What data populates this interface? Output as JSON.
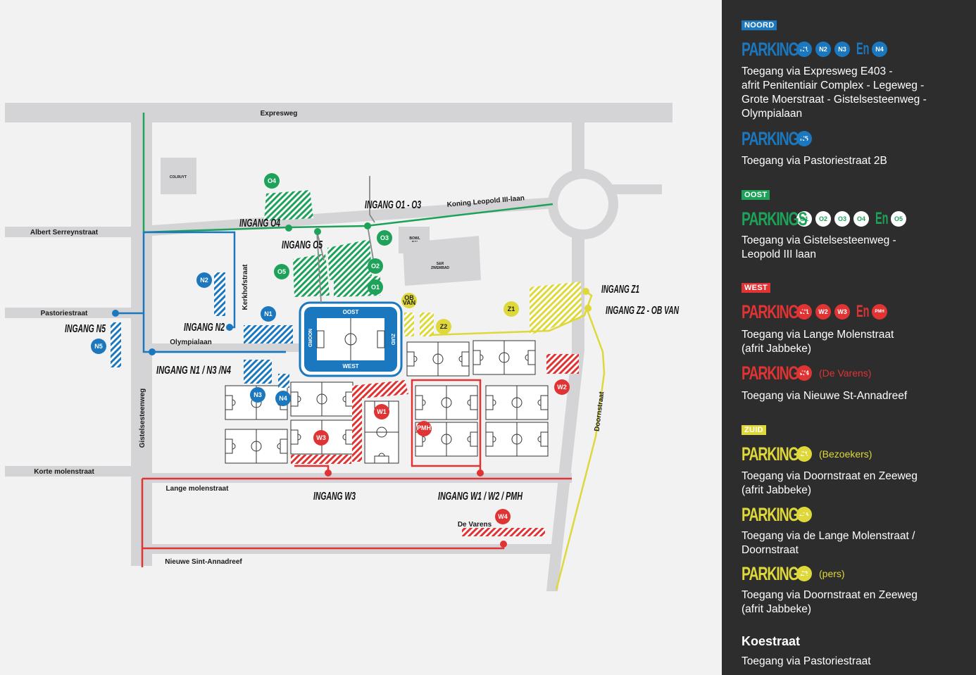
{
  "colors": {
    "noord": "#1b78bf",
    "oost": "#1ea25a",
    "west": "#e03434",
    "zuid": "#ded83a",
    "panel": "#2d2d2d",
    "road": "#d4d4d6",
    "bg": "#f2f2f3"
  },
  "map": {
    "streets": {
      "expresweg": "Expresweg",
      "albert": "Albert Serreynstraat",
      "pastorie": "Pastoriestraat",
      "olympia": "Olympialaan",
      "kerkhof": "Kerkhofstraat",
      "gistel": "Gistelsesteenweg",
      "korte": "Korte molenstraat",
      "lange": "Lange molenstraat",
      "nieuwe": "Nieuwe Sint-Annadreef",
      "leopold": "Koning Leopold III-laan",
      "doorn": "Doornstraat"
    },
    "buildings": {
      "colruyt": "COLRUYT",
      "bowl1": "BOWL",
      "bowl2": "INN",
      "zwem1": "S&R",
      "zwem2": "ZWEMBAD"
    },
    "stadium": {
      "oost": "OOST",
      "west": "WEST",
      "noord": "NOORD",
      "zuid": "ZUID"
    },
    "ingangen": {
      "o1o3": "INGANG O1 - O3",
      "o4": "INGANG O4",
      "o5": "INGANG O5",
      "n2": "INGANG N2",
      "n5": "INGANG N5",
      "n134": "INGANG N1 / N3 /N4",
      "z1": "INGANG Z1",
      "z2": "INGANG Z2 - OB VAN",
      "w3": "INGANG W3",
      "w12": "INGANG W1 / W2 / PMH"
    },
    "markers": {
      "n1": "N1",
      "n2": "N2",
      "n3": "N3",
      "n4": "N4",
      "n5": "N5",
      "o1": "O1",
      "o2": "O2",
      "o3": "O3",
      "o4": "O4",
      "o5": "O5",
      "w1": "W1",
      "w2": "W2",
      "w3": "W3",
      "w4": "W4",
      "pmh": "PMH",
      "z1": "Z1",
      "z2": "Z2",
      "ob1": "OB",
      "ob2": "VAN"
    },
    "devarens": "De Varens"
  },
  "legend": {
    "noord": {
      "badge": "NOORD",
      "row1": {
        "parkings": "PARKINGS",
        "codes": [
          "N1",
          "N2",
          "N3"
        ],
        "en": "En",
        "last": "N4"
      },
      "desc1": [
        "Toegang via Expresweg E403 -",
        "afrit Penitentiair Complex - Legeweg -",
        "Grote Moerstraat - Gistelsesteenweg -",
        "Olympialaan"
      ],
      "row2": {
        "parkings": "PARKINGS",
        "code": "N5"
      },
      "desc2": "Toegang via Pastoriestraat 2B"
    },
    "oost": {
      "badge": "OOST",
      "row1": {
        "parkings": "PARKINGS",
        "codes": [
          "O1",
          "O2",
          "O3",
          "O4"
        ],
        "en": "En",
        "last": "O5"
      },
      "desc1": [
        "Toegang via Gistelsesteenweg -",
        "Leopold III laan"
      ]
    },
    "west": {
      "badge": "WEST",
      "row1": {
        "parkings": "PARKINGS",
        "codes": [
          "W1",
          "W2",
          "W3"
        ],
        "en": "En",
        "last": "PMH"
      },
      "desc1": [
        "Toegang via Lange Molenstraat",
        "(afrit Jabbeke)"
      ],
      "row2": {
        "parkings": "PARKINGS",
        "code": "W4",
        "note": "(De Varens)"
      },
      "desc2": "Toegang via Nieuwe St-Annadreef"
    },
    "zuid": {
      "badge": "ZUID",
      "row1": {
        "parkings": "PARKINGS",
        "code": "Z1",
        "note": "(Bezoekers)"
      },
      "desc1": [
        "Toegang via Doornstraat en Zeeweg",
        "(afrit Jabbeke)"
      ],
      "row2": {
        "parkings": "PARKINGS",
        "code": "Z1A"
      },
      "desc2": [
        "Toegang via de Lange Molenstraat /",
        "Doornstraat"
      ],
      "row3": {
        "parkings": "PARKINGS",
        "code": "Z2",
        "note": "(pers)"
      },
      "desc3": [
        "Toegang via Doornstraat en Zeeweg",
        "(afrit Jabbeke)"
      ]
    },
    "koestraat": {
      "title": "Koestraat",
      "desc": "Toegang via Pastoriestraat"
    }
  }
}
